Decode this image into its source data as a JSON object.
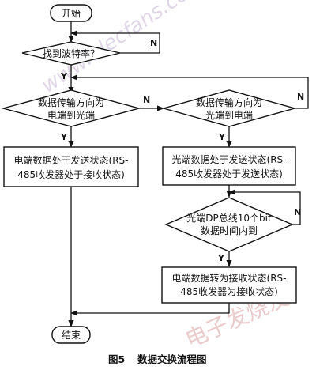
{
  "nodes": {
    "start": "开始",
    "find_baud": "找到波特率？",
    "dir_elec_to_opt": [
      "数据传输方向为",
      "电端到光端"
    ],
    "dir_opt_to_elec": [
      "数据传输方向为",
      "光端到电端"
    ],
    "elec_send": [
      "电端数据处于发送状态(RS-",
      "485收发器处于接收状态)"
    ],
    "opt_send": [
      "光端数据处于发送状态(RS-",
      "485收发器处于发送状态)"
    ],
    "dp_check": [
      "光端DP总线10个bit",
      "数据时间内到"
    ],
    "elec_recv": [
      "电端数据转为接收状态(RS-",
      "485收发器为接收状态)"
    ],
    "end": "结束"
  },
  "labels": {
    "yes": "Y",
    "no": "N"
  },
  "caption": {
    "fig": "图5",
    "title": "数据交换流程图"
  },
  "watermark": {
    "url": "www.elecfans.com",
    "cn": "电子发烧友"
  }
}
